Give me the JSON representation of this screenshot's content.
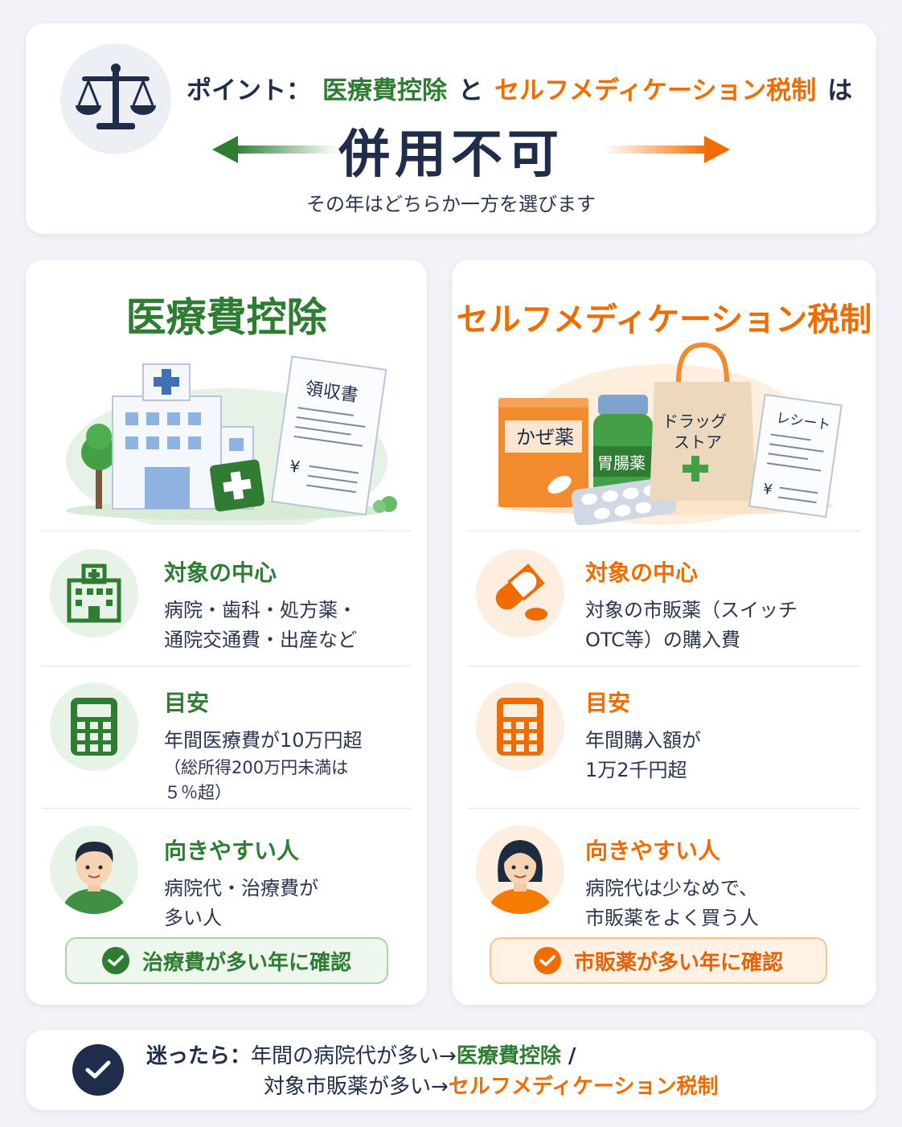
{
  "header": {
    "point_label": "ポイント：",
    "term_medical": "医療費控除",
    "conj_to": "と",
    "term_self": "セルフメディケーション税制",
    "conj_wa": "は",
    "big_title": "併用不可",
    "sub_note": "その年はどちらか一方を選びます"
  },
  "left": {
    "title": "医療費控除",
    "receipt_label": "領収書",
    "rows": [
      {
        "heading": "対象の中心",
        "body_line1": "病院・歯科・処方薬・",
        "body_line2": "通院交通費・出産など"
      },
      {
        "heading": "目安",
        "body_line1": "年間医療費が10万円超",
        "small_line1": "（総所得200万円未満は",
        "small_line2": "５％超）"
      },
      {
        "heading": "向きやすい人",
        "body_line1": "病院代・治療費が",
        "body_line2": "多い人"
      }
    ],
    "pill": "治療費が多い年に確認"
  },
  "right": {
    "title": "セルフメディケーション税制",
    "box_label": "かぜ薬",
    "bottle_label": "胃腸薬",
    "bag_line1": "ドラッグ",
    "bag_line2": "ストア",
    "receipt_label": "レシート",
    "rows": [
      {
        "heading": "対象の中心",
        "body_line1": "対象の市販薬（スイッチ",
        "body_line2": "OTC等）の購入費"
      },
      {
        "heading": "目安",
        "body_line1": "年間購入額が",
        "body_line2": "1万2千円超"
      },
      {
        "heading": "向きやすい人",
        "body_line1": "病院代は少なめで、",
        "body_line2": "市販薬をよく買う人"
      }
    ],
    "pill": "市販薬が多い年に確認"
  },
  "footer": {
    "lead": "迷ったら：",
    "line1_text": "年間の病院代が多い→",
    "line1_term": "医療費控除",
    "slash": " /",
    "line2_text": "対象市販薬が多い→",
    "line2_term": "セルフメディケーション税制"
  },
  "colors": {
    "green": "#2e7d32",
    "orange": "#ef6c00",
    "navy": "#1f2d4a"
  },
  "icons": [
    "scale-icon",
    "hospital-icon",
    "calculator-icon",
    "man-avatar-icon",
    "check-icon",
    "pill-capsule-icon",
    "woman-avatar-icon"
  ]
}
